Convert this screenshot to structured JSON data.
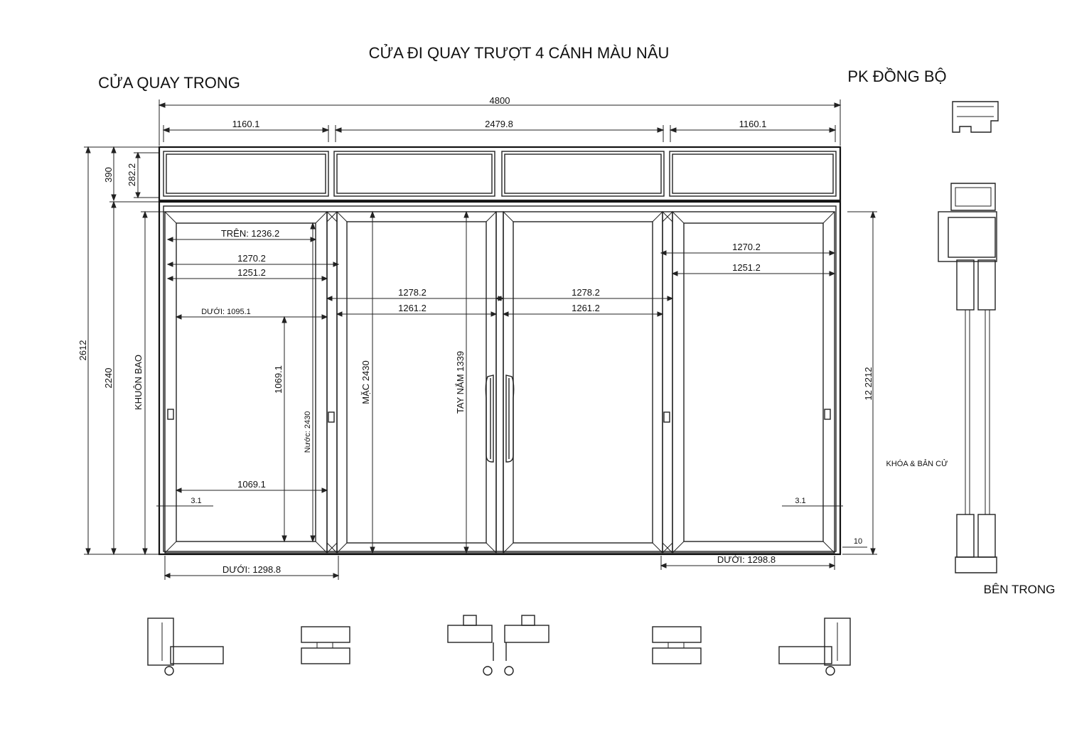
{
  "title": "CỬA ĐI QUAY TRƯỢT 4 CÁNH MÀU NÂU",
  "label_left": "CỬA QUAY TRONG",
  "label_right": "PK ĐỒNG BỘ",
  "label_side_bottom": "BÊN TRONG",
  "label_lock": "KHÓA & BẢN CỬ",
  "dimensions": {
    "total_width": "4800",
    "panel_left": "1160.1",
    "panel_center": "2479.8",
    "panel_right": "1160.1",
    "transom_outer": "390",
    "transom_inner": "282.2",
    "total_height": "2612",
    "door_height": "2240",
    "right_height": "12 2212",
    "left_top": "TRÊN: 1236.2",
    "left_w1": "1270.2",
    "left_w2": "1251.2",
    "left_bottom_inner": "DƯỚI: 1095.1",
    "left_v1": "1069.1",
    "left_h_bottom": "1069.1",
    "gap_left": "3.1",
    "gap_right": "3.1",
    "bottom_gap": "10",
    "left_bottom": "DƯỚI: 1298.8",
    "right_bottom": "DƯỚI: 1298.8",
    "center_w1a": "1278.2",
    "center_w2a": "1261.2",
    "center_w1b": "1278.2",
    "center_w2b": "1261.2",
    "right_w1": "1270.2",
    "right_w2": "1251.2",
    "khuon_bao": "KHUÔN BAO",
    "nuoc": "Nước: 2430",
    "mac": "MẶC 2430",
    "tay_nam": "TAY NẮM 1339"
  }
}
